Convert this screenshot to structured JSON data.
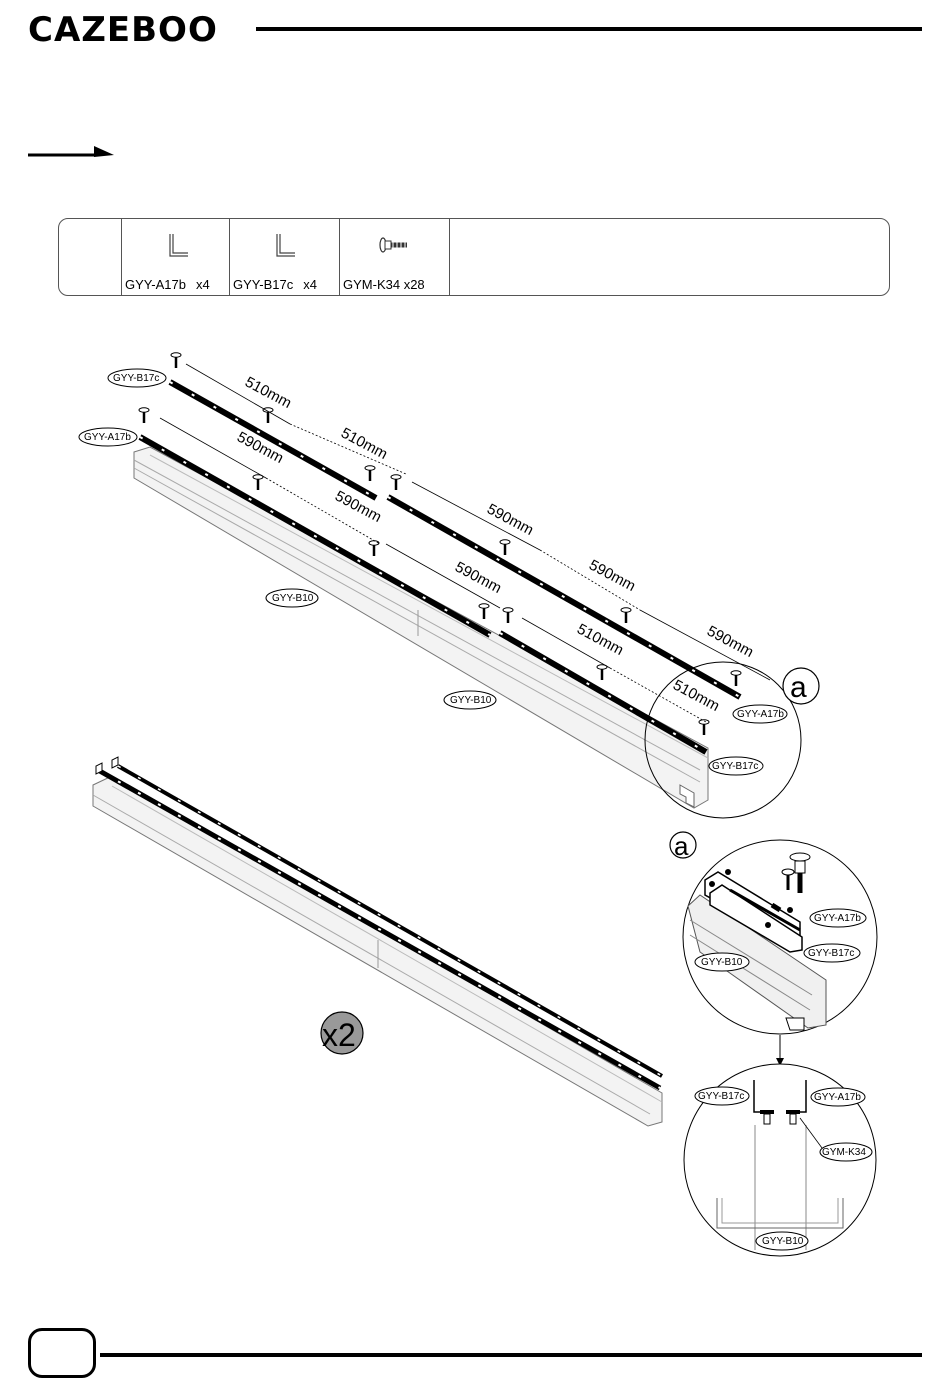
{
  "brand": {
    "name": "CAZEBOO"
  },
  "parts": [
    {
      "code": "GYY-A17b",
      "qty": "x4",
      "icon": "angle-bracket-icon"
    },
    {
      "code": "GYY-B17c",
      "qty": "x4",
      "icon": "angle-bracket-icon"
    },
    {
      "code": "GYM-K34",
      "qty": "x28",
      "icon": "screw-icon"
    }
  ],
  "labels": {
    "b17c": "GYY-B17c",
    "a17b": "GYY-A17b",
    "b10": "GYY-B10",
    "k34": "GYM-K34"
  },
  "dimensions": {
    "d510": "510mm",
    "d590": "590mm"
  },
  "detail_marker": "a",
  "multiplier": "x2",
  "page_number": ""
}
